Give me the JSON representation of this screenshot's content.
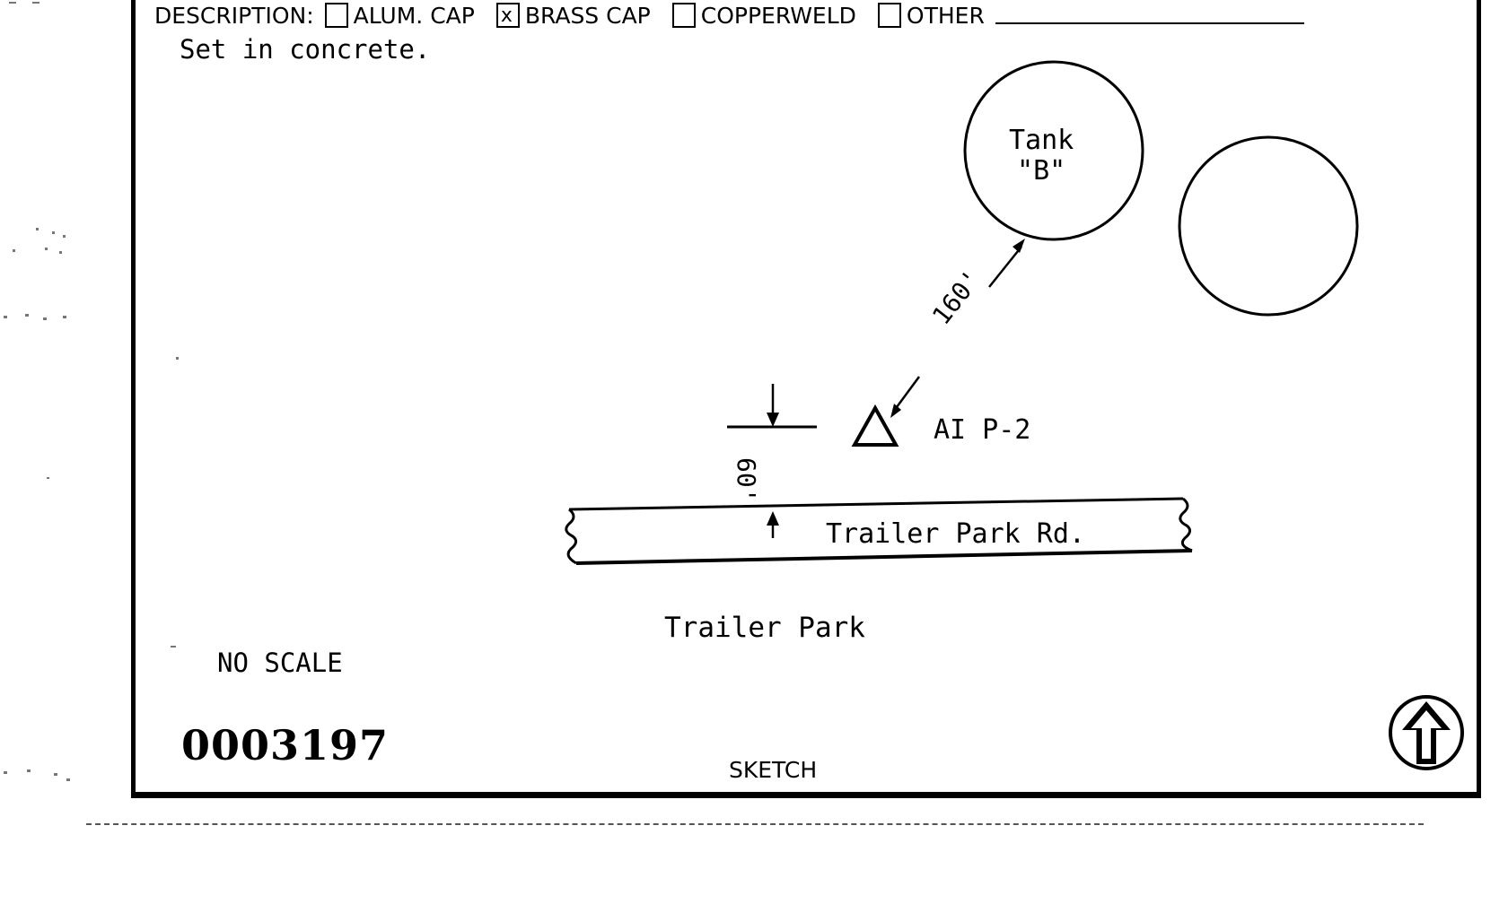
{
  "description": {
    "label": "DESCRIPTION:",
    "options": [
      {
        "label": "ALUM. CAP",
        "checked": false
      },
      {
        "label": "BRASS CAP",
        "checked": true
      },
      {
        "label": "COPPERWELD",
        "checked": false
      },
      {
        "label": "OTHER",
        "checked": false
      }
    ],
    "check_mark": "x",
    "text": "Set in concrete."
  },
  "sketch": {
    "tank_label_line1": "Tank",
    "tank_label_line2": "\"B\"",
    "distance_to_tank": "160'",
    "distance_to_road": "60'",
    "station_label": "AI P-2",
    "road_label": "Trailer Park Rd.",
    "area_label": "Trailer Park",
    "scale_note": "NO SCALE",
    "caption": "SKETCH",
    "north_arrow_icon": "north-arrow-icon"
  },
  "document_number": "0003197"
}
